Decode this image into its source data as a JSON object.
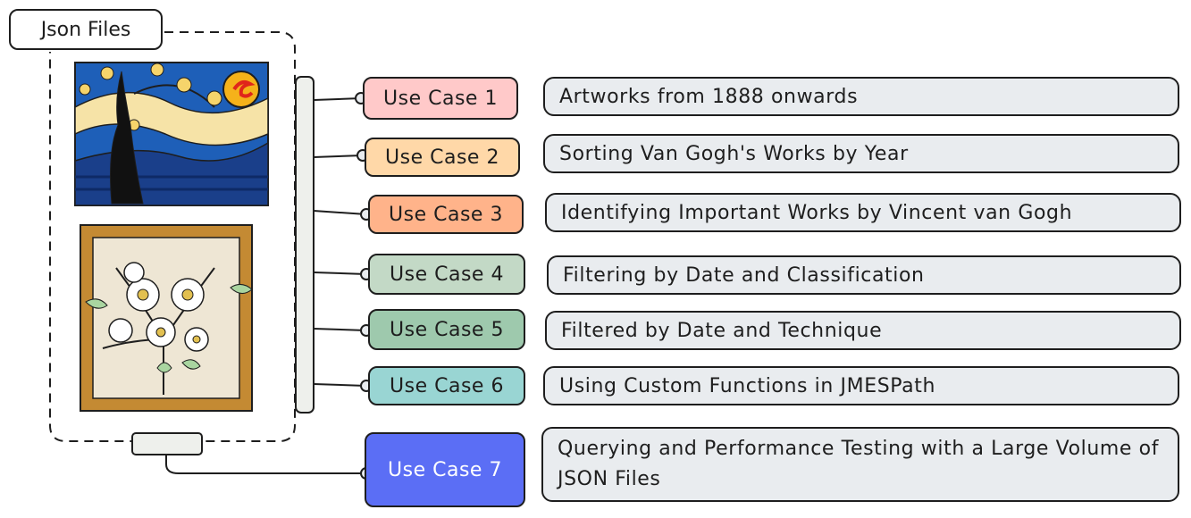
{
  "group": {
    "title": "Json Files"
  },
  "use_cases": [
    {
      "label": "Use Case 1",
      "description": "Artworks from 1888 onwards",
      "color": "#ffc9c9"
    },
    {
      "label": "Use Case 2",
      "description": "Sorting Van Gogh's Works by Year",
      "color": "#ffd8a8"
    },
    {
      "label": "Use Case 3",
      "description": "Identifying Important Works by Vincent van Gogh",
      "color": "#ffb38a"
    },
    {
      "label": "Use Case 4",
      "description": "Filtering by Date and Classification",
      "color": "#c3d9c6"
    },
    {
      "label": "Use Case 5",
      "description": "Filtered by Date and Technique",
      "color": "#9ec9ad"
    },
    {
      "label": "Use Case 6",
      "description": "Using Custom Functions in JMESPath",
      "color": "#99d5d3"
    },
    {
      "label": "Use Case 7",
      "description": "Querying and Performance Testing with a Large Volume of JSON Files",
      "color": "#5b6ef5"
    }
  ],
  "images": [
    {
      "icon": "starry-night-painting-icon"
    },
    {
      "icon": "framed-flowers-painting-icon"
    }
  ]
}
